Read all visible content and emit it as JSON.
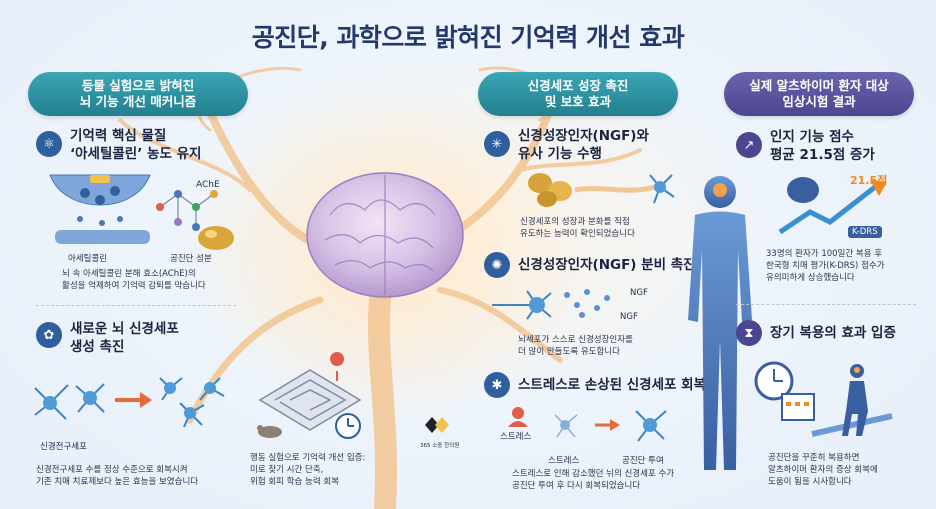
{
  "title": "공진단, 과학으로 밝혀진 기억력 개선 효과",
  "left": {
    "header": [
      "동물 실험으로 밝혀진",
      "뇌 기능 개선 매커니즘"
    ],
    "sec1": {
      "title": [
        "기억력 핵심 물질",
        "‘아세틸콜린’ 농도 유지"
      ],
      "label_ach": "아세틸콜린",
      "label_ache": "AChE",
      "label_ingredient": "공진단 성분",
      "desc": [
        "뇌 속 아세틸콜린 분해 효소(AChE)의",
        "활성을 억제하여 기억력 감퇴를 막습니다"
      ]
    },
    "sec2": {
      "title": [
        "새로운 뇌 신경세포",
        "생성 촉진"
      ],
      "label_progenitor": "신경전구세포",
      "desc": [
        "신경전구세포 수를 정상 수준으로 회복시켜",
        "기존 치매 치료제보다 높은 효능을 보였습니다"
      ]
    }
  },
  "center": {
    "maze_desc": [
      "행동 실험으로 기억력 개선 입증:",
      "미로 찾기 시간 단축,",
      "위험 회피 학습 능력 회복"
    ],
    "logo_text": "365 소중 한의원"
  },
  "middle": {
    "header": [
      "신경세포 성장 촉진",
      "및 보호 효과"
    ],
    "sec1": {
      "title": [
        "신경성장인자(NGF)와",
        "유사 기능 수행"
      ],
      "desc": [
        "신경세포의 성장과 분화를 직접",
        "유도하는 능력이 확인되었습니다"
      ]
    },
    "sec2": {
      "title": "신경성장인자(NGF) 분비 촉진",
      "ngf1": "NGF",
      "ngf2": "NGF",
      "desc": [
        "뇌세포가 스스로 신경성장인자를",
        "더 많이 만들도록 유도합니다"
      ]
    },
    "sec3": {
      "title": "스트레스로 손상된 신경세포 회복",
      "label_stress_icon": "스트레스",
      "label_stress": "스트레스",
      "label_treatment": "공진단 투여",
      "desc": [
        "스트레스로 인해 감소했던 뉘의 신경세포 수가",
        "공진단 투여 후 다시 회복되었습니다"
      ]
    }
  },
  "right": {
    "header": [
      "실제 알츠하이머 환자 대상",
      "임상시험 결과"
    ],
    "sec1": {
      "title": [
        "인지 기능 점수",
        "평균 21.5점 증가"
      ],
      "score": "21.5점",
      "kdrs": "K-DRS",
      "desc": [
        "33명의 환자가 100일간 복용 후",
        "한국형 치매 평가(K-DRS) 점수가",
        "유의미하게 상승했습니다"
      ]
    },
    "sec2": {
      "title": "장기 복용의 효과 입증",
      "desc": [
        "공진단을 꾸준히 복용하면",
        "알츠하이머 환자의 증상 회복에",
        "도움이 됨을 시사합니다"
      ]
    }
  },
  "colors": {
    "teal": "#237f90",
    "purple": "#4c4690",
    "navy": "#24386b",
    "orange": "#f08a1e"
  }
}
